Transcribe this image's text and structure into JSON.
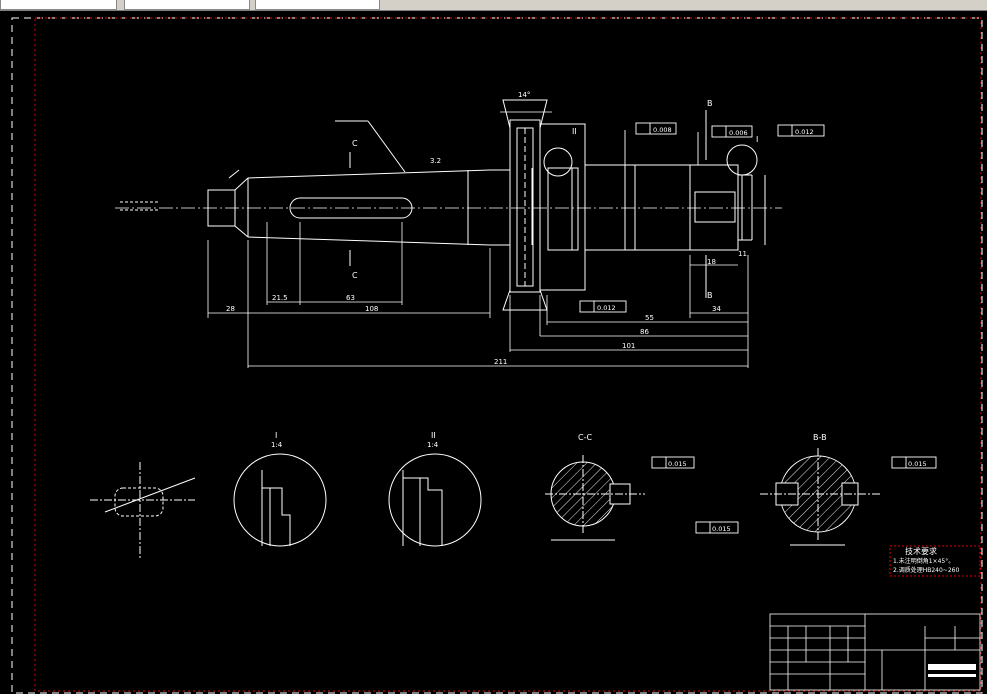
{
  "window": {
    "tabs": [
      "",
      "",
      ""
    ]
  },
  "views": {
    "section_c_label_top": "C",
    "section_c_label_bottom": "C",
    "section_b_label_top": "B",
    "section_b_label_bottom": "B",
    "detail_i_label": "I",
    "detail_ii_label": "II",
    "detail_i_title": "I",
    "detail_i_scale": "1:4",
    "detail_ii_title": "II",
    "detail_ii_scale": "1:4",
    "section_cc_title": "C-C",
    "section_bb_title": "B-B"
  },
  "dimensions": {
    "d_211": "211",
    "d_101": "101",
    "d_108": "108",
    "d_86": "86",
    "d_55": "55",
    "d_34": "34",
    "d_28": "28",
    "d_21_5": "21.5",
    "d_63": "63",
    "d_14_top": "14°",
    "d_18": "18",
    "d_11": "11",
    "d_3_2": "3.2"
  },
  "tolerances": {
    "tol_a": "0.008",
    "tol_b": "0.006",
    "tol_c": "0.012",
    "tol_d": "0.012",
    "tol_cc": "0.015",
    "tol_bb": "0.015",
    "tol_bb2": "0.015"
  },
  "tech_requirements": {
    "title": "技术要求",
    "line1": "1.未注明倒角1×45°。",
    "line2": "2.调质处理HB240~260"
  },
  "title_block": {
    "part_name": "",
    "material": "",
    "scale": "",
    "sheet": ""
  }
}
